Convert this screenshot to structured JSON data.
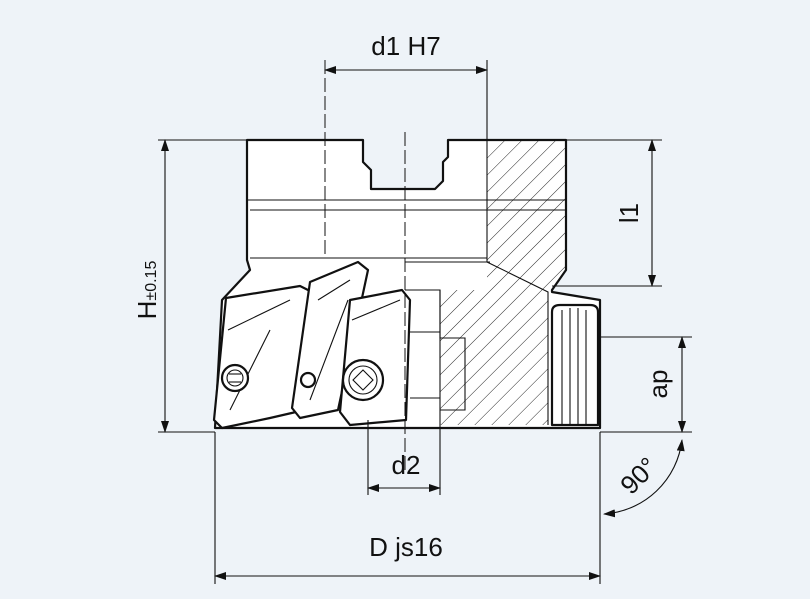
{
  "labels": {
    "d1": "d1 H7",
    "H": "H",
    "H_tol": "±0.15",
    "l1": "l1",
    "ap": "ap",
    "d2": "d2",
    "D": "D js16",
    "angle": "90°"
  },
  "colors": {
    "background": "#eef3f8",
    "line": "#111111",
    "body": "#ffffff"
  }
}
